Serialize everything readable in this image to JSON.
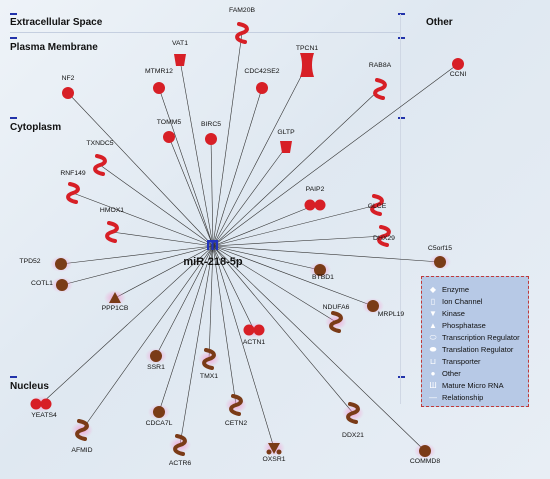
{
  "regions": {
    "extracellular": "Extracellular Space",
    "other": "Other",
    "plasma_membrane": "Plasma Membrane",
    "cytoplasm": "Cytoplasm",
    "nucleus": "Nucleus"
  },
  "hub": {
    "label": "miR-218-5p"
  },
  "nodes": [
    {
      "label": "FAM20B",
      "shape": "helix",
      "color": "red"
    },
    {
      "label": "VAT1",
      "shape": "cup",
      "color": "red"
    },
    {
      "label": "TPCN1",
      "shape": "channel",
      "color": "red"
    },
    {
      "label": "MTMR12",
      "shape": "circle",
      "color": "red"
    },
    {
      "label": "CDC42SE2",
      "shape": "circle",
      "color": "red"
    },
    {
      "label": "RAB8A",
      "shape": "helix",
      "color": "red"
    },
    {
      "label": "CCNI",
      "shape": "circle",
      "color": "red"
    },
    {
      "label": "NF2",
      "shape": "circle",
      "color": "red"
    },
    {
      "label": "BIRC5",
      "shape": "circle",
      "color": "red"
    },
    {
      "label": "TOMM5",
      "shape": "circle",
      "color": "red"
    },
    {
      "label": "GLTP",
      "shape": "cup",
      "color": "red"
    },
    {
      "label": "TXNDC5",
      "shape": "helix",
      "color": "red"
    },
    {
      "label": "RNF149",
      "shape": "helix",
      "color": "red"
    },
    {
      "label": "PAIP2",
      "shape": "dumbbell",
      "color": "red"
    },
    {
      "label": "GLCE",
      "shape": "helix",
      "color": "red"
    },
    {
      "label": "HMOX1",
      "shape": "helix",
      "color": "red"
    },
    {
      "label": "DHX29",
      "shape": "helix",
      "color": "red"
    },
    {
      "label": "C5orf15",
      "shape": "circle",
      "color": "brown"
    },
    {
      "label": "TPD52",
      "shape": "circle",
      "color": "brown"
    },
    {
      "label": "BTBD1",
      "shape": "circle",
      "color": "brown"
    },
    {
      "label": "COTL1",
      "shape": "circle",
      "color": "brown"
    },
    {
      "label": "PPP1CB",
      "shape": "phosphatase",
      "color": "brown"
    },
    {
      "label": "NDUFA6",
      "shape": "helix",
      "color": "brown"
    },
    {
      "label": "MRPL19",
      "shape": "circle",
      "color": "brown"
    },
    {
      "label": "ACTN1",
      "shape": "dumbbell",
      "color": "red"
    },
    {
      "label": "SSR1",
      "shape": "circle",
      "color": "brown"
    },
    {
      "label": "TMX1",
      "shape": "helix",
      "color": "brown"
    },
    {
      "label": "YEATS4",
      "shape": "dumbbell",
      "color": "red"
    },
    {
      "label": "CDCA7L",
      "shape": "circle",
      "color": "brown"
    },
    {
      "label": "CETN2",
      "shape": "helix",
      "color": "brown"
    },
    {
      "label": "DDX21",
      "shape": "helix",
      "color": "brown"
    },
    {
      "label": "AFMID",
      "shape": "helix",
      "color": "brown"
    },
    {
      "label": "ACTR6",
      "shape": "helix",
      "color": "brown"
    },
    {
      "label": "OXSR1",
      "shape": "kinase",
      "color": "brown"
    },
    {
      "label": "COMMD8",
      "shape": "circle",
      "color": "brown"
    }
  ],
  "legend": {
    "items": [
      {
        "label": "Enzyme",
        "icon": "enzyme-icon",
        "glyph": "◆"
      },
      {
        "label": "Ion Channel",
        "icon": "ion-channel-icon",
        "glyph": "▯"
      },
      {
        "label": "Kinase",
        "icon": "kinase-icon",
        "glyph": "▼"
      },
      {
        "label": "Phosphatase",
        "icon": "phosphatase-icon",
        "glyph": "▲"
      },
      {
        "label": "Transcription Regulator",
        "icon": "transcription-regulator-icon",
        "glyph": "⬭"
      },
      {
        "label": "Translation Regulator",
        "icon": "translation-regulator-icon",
        "glyph": "⬬"
      },
      {
        "label": "Transporter",
        "icon": "transporter-icon",
        "glyph": "⊔"
      },
      {
        "label": "Other",
        "icon": "other-icon",
        "glyph": "●"
      },
      {
        "label": "Mature Micro RNA",
        "icon": "micro-rna-icon",
        "glyph": "Ш"
      },
      {
        "label": "Relationship",
        "icon": "relationship-icon",
        "glyph": "—"
      }
    ]
  },
  "colors": {
    "up_red": "#d71f26",
    "down_brown": "#7a3b17",
    "hub_blue": "#2233bb",
    "edge": "#333333",
    "glow": "#f6a7d4"
  }
}
